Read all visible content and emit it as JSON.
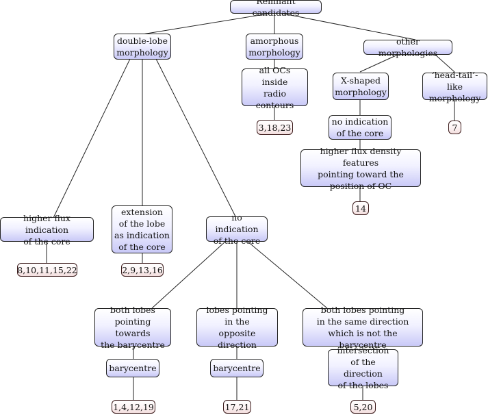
{
  "root": "Remnant candidates",
  "nodes": {
    "double_lobe": "double-lobe\nmorphology",
    "amorphous": "amorphous\nmorphology",
    "other": "other morphologies",
    "all_ocs": "all OCs\ninside\nradio contours",
    "amorphous_ids": "3,18,23",
    "x_shaped": "X-shaped\nmorphology",
    "head_tail": "‘head-tail’-like\nmorphology",
    "head_tail_ids": "7",
    "x_no_core": "no indication\nof the core",
    "x_higher_flux": "higher flux density features\npointing toward the\nposition of OC",
    "x_ids": "14",
    "higher_flux_core": "higher flux indication\nof the core",
    "higher_flux_ids": "8,10,11,15,22",
    "extension_lobe": "extension\nof the lobe\nas indication\nof the core",
    "extension_ids": "2,9,13,16",
    "dl_no_core": "no indication\nof the core",
    "both_towards": "both lobes\npointing towards\nthe barycentre",
    "opposite": "lobes pointing\nin the\nopposite direction",
    "same_direction": "both lobes pointing\nin the same direction\nwhich is not the barycentre",
    "bary_1": "barycentre",
    "bary_2": "barycentre",
    "intersection": "intersection\nof the direction\nof the lobes",
    "towards_ids": "1,4,12,19",
    "opposite_ids": "17,21",
    "same_ids": "5,20"
  }
}
